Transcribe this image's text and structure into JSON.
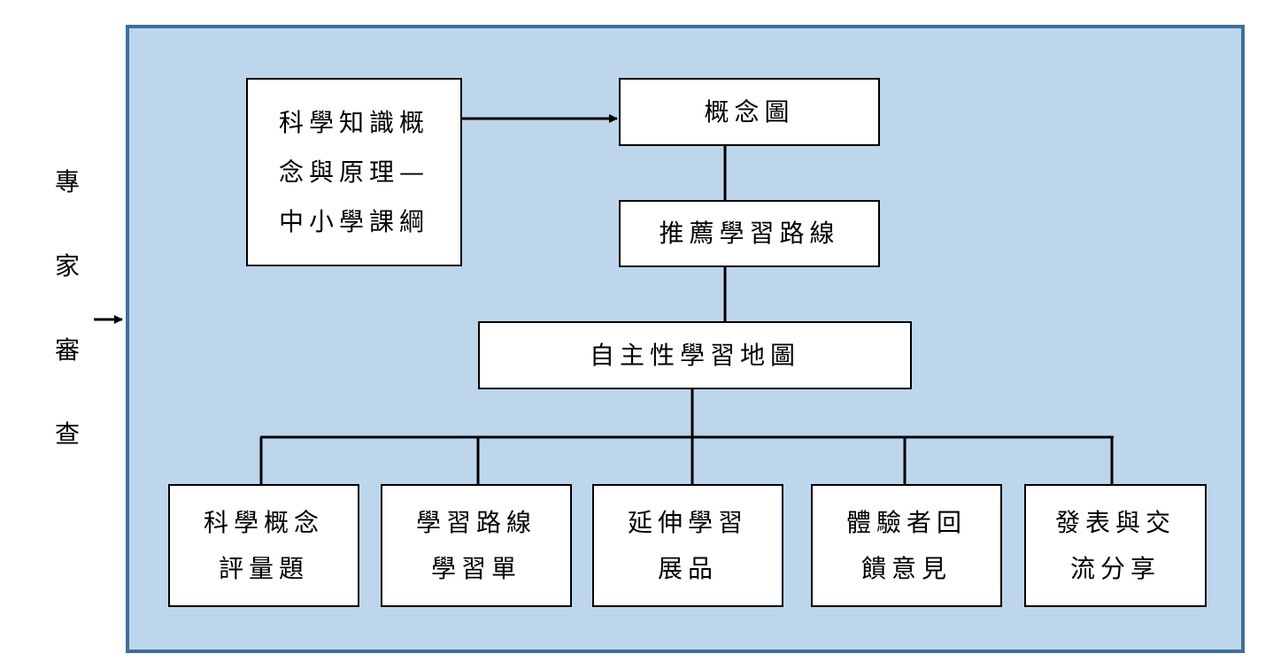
{
  "side_label": [
    "專",
    "家",
    "審",
    "查"
  ],
  "top_left_box": {
    "lines": [
      "科學知識概",
      "念與原理—",
      "中小學課綱"
    ]
  },
  "concept_map_box": {
    "label": "概念圖"
  },
  "learning_path_box": {
    "label": "推薦學習路線"
  },
  "self_learning_map_box": {
    "label": "自主性學習地圖"
  },
  "bottom_boxes": [
    {
      "lines": [
        "科學概念",
        "評量題"
      ]
    },
    {
      "lines": [
        "學習路線",
        "學習單"
      ]
    },
    {
      "lines": [
        "延伸學習",
        "展品"
      ]
    },
    {
      "lines": [
        "體驗者回",
        "饋意見"
      ]
    },
    {
      "lines": [
        "發表與交",
        "流分享"
      ]
    }
  ],
  "colors": {
    "panel_fill": "#bed6ec",
    "panel_border": "#3f6e9c",
    "box_fill": "#ffffff",
    "line": "#000000"
  }
}
